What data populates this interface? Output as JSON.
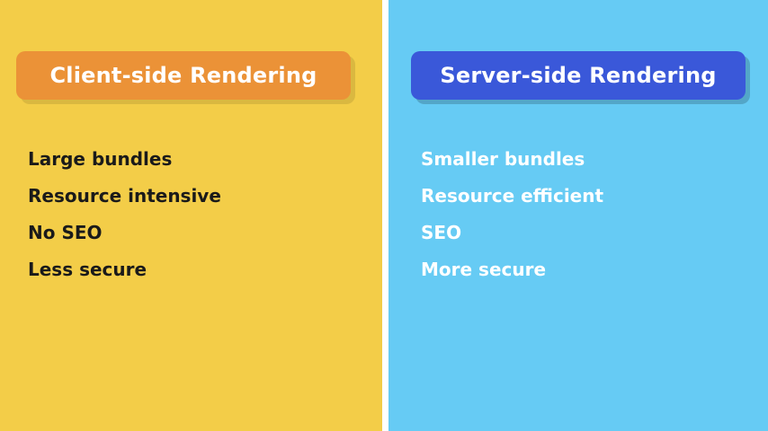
{
  "left": {
    "title": "Client-side Rendering",
    "items": [
      "Large bundles",
      "Resource intensive",
      "No SEO",
      "Less secure"
    ]
  },
  "right": {
    "title": "Server-side Rendering",
    "items": [
      "Smaller bundles",
      "Resource efficient",
      "SEO",
      "More secure"
    ]
  },
  "colors": {
    "left_background": "#f3cd48",
    "left_header": "#eb9237",
    "right_background": "#66cbf4",
    "right_header": "#3a58d9"
  }
}
